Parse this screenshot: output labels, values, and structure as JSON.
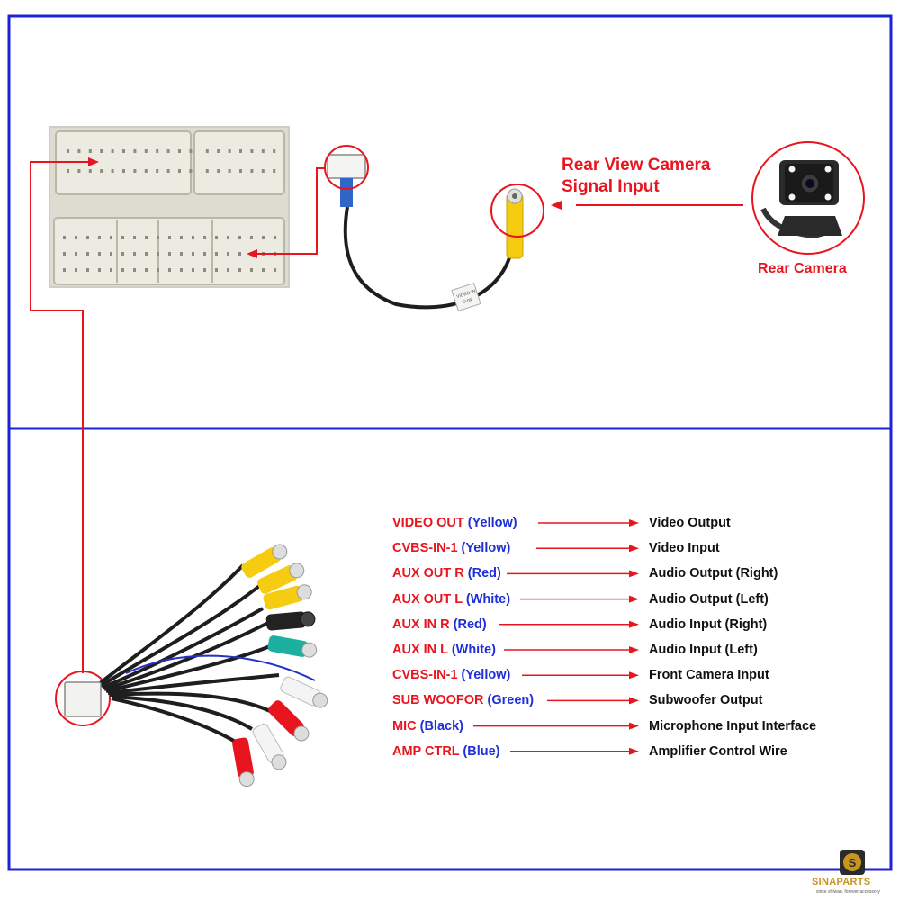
{
  "title_lines": [
    "Rear View Camera",
    "Signal Input"
  ],
  "camera_label": "Rear Camera",
  "cable_tag_text": [
    "VIDEO IN",
    "CVW"
  ],
  "wires": [
    {
      "name": "VIDEO OUT",
      "color": "(Yellow)",
      "desc": "Video Output"
    },
    {
      "name": "CVBS-IN-1",
      "color": "(Yellow)",
      "desc": "Video Input"
    },
    {
      "name": "AUX OUT R",
      "color": "(Red)",
      "desc": "Audio Output (Right)"
    },
    {
      "name": "AUX OUT L",
      "color": "(White)",
      "desc": "Audio Output (Left)"
    },
    {
      "name": "AUX IN R",
      "color": "(Red)",
      "desc": "Audio Input (Right)"
    },
    {
      "name": "AUX IN L",
      "color": "(White)",
      "desc": "Audio Input (Left)"
    },
    {
      "name": "CVBS-IN-1",
      "color": "(Yellow)",
      "desc": "Front Camera Input"
    },
    {
      "name": "SUB WOOFOR",
      "color": "(Green)",
      "desc": "Subwoofer Output"
    },
    {
      "name": "MIC",
      "color": "(Black)",
      "desc": "Microphone Input Interface"
    },
    {
      "name": "AMP CTRL",
      "color": "(Blue)",
      "desc": "Amplifier Control Wire"
    }
  ],
  "logo": {
    "name": "SINAPARTS",
    "tagline": "since shiwan. forever accessory",
    "icon": "s-coin-icon"
  },
  "colors": {
    "frame": "#1c22d6",
    "accent_red": "#e8141e",
    "label_blue": "#1f2fd6",
    "connector_beige": "#e6e3d6",
    "logo_gold": "#c8961e"
  }
}
